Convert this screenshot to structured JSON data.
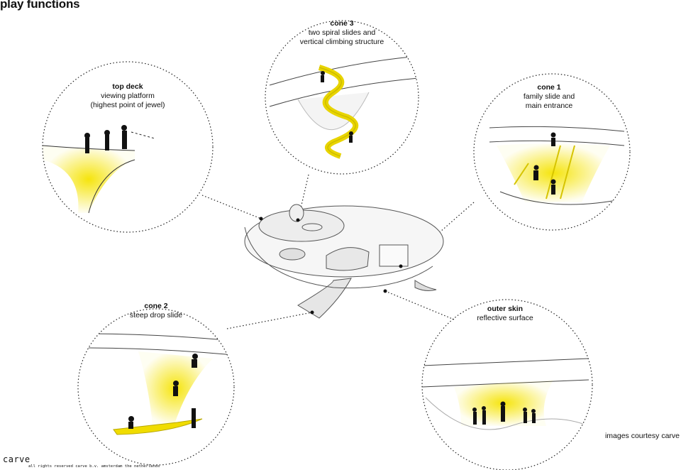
{
  "title": "play functions",
  "callouts": [
    {
      "id": "top-deck",
      "title": "top deck",
      "description": "viewing platform\n(highest point of jewel)"
    },
    {
      "id": "cone-3",
      "title": "cone 3",
      "description": "two spiral slides and\nvertical climbing structure"
    },
    {
      "id": "cone-1",
      "title": "cone 1",
      "description": "family slide and\nmain entrance"
    },
    {
      "id": "cone-2",
      "title": "cone 2",
      "description": "steep drop slide"
    },
    {
      "id": "outer-skin",
      "title": "outer skin",
      "description": "reflective surface"
    }
  ],
  "credit": "images courtesy carve",
  "logo": "carve",
  "rights": "all rights reserved carve b.v. amsterdam the netherlands",
  "colors": {
    "accent": "#f5e300",
    "line": "#222222"
  }
}
